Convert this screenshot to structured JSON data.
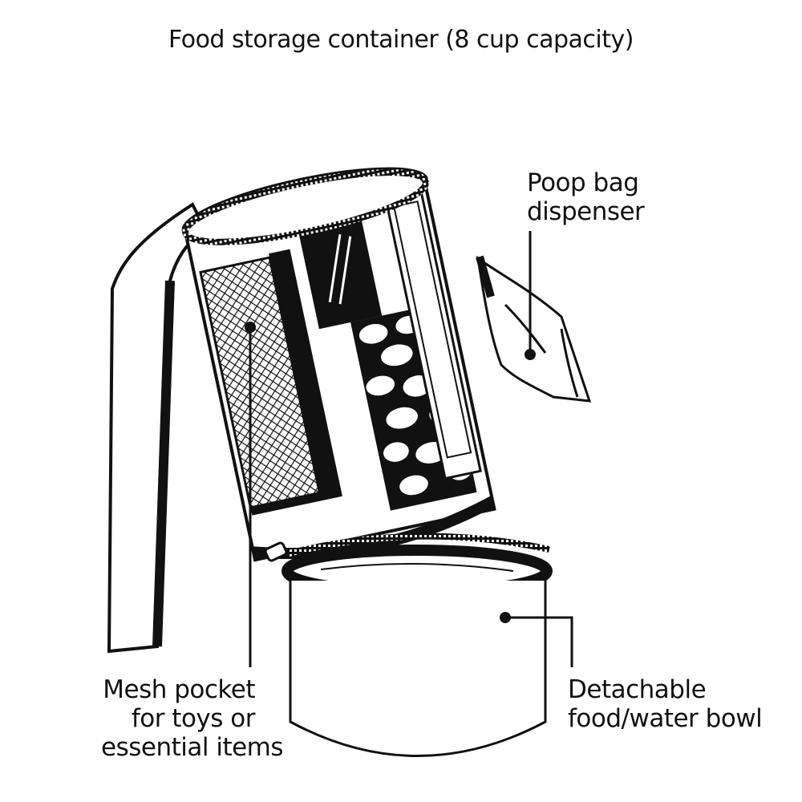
{
  "title": "Food storage container (8 cup capacity)",
  "callouts": {
    "poop_bag": {
      "lines": [
        "Poop bag",
        "dispenser"
      ]
    },
    "mesh_pocket": {
      "lines": [
        "Mesh pocket",
        "for toys or",
        "essential items"
      ]
    },
    "bowl": {
      "lines": [
        "Detachable",
        "food/water bowl"
      ]
    }
  },
  "colors": {
    "ink": "#111111",
    "paper": "#ffffff"
  }
}
